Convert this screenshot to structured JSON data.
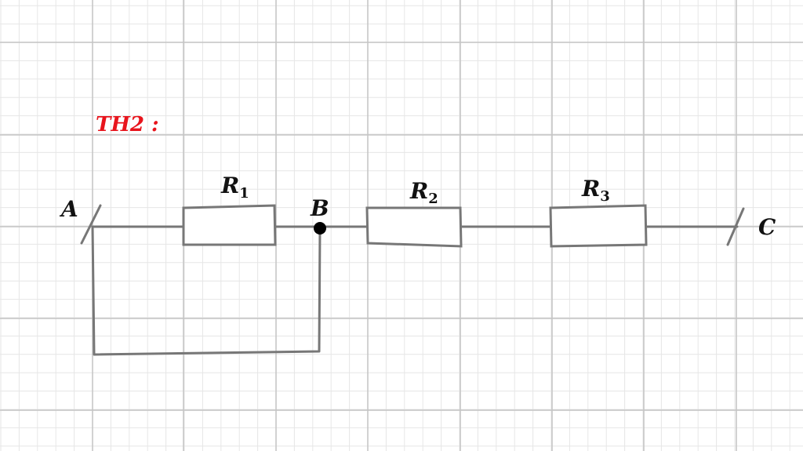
{
  "title": "TH2 :",
  "colors": {
    "title": "#e8141c",
    "wire": "#777777",
    "node": "#000000",
    "grid_minor": "#e6e6e6",
    "grid_major": "#c4c4c4"
  },
  "nodes": {
    "a": "A",
    "b": "B",
    "c": "C"
  },
  "resistors": [
    {
      "letter": "R",
      "sub": "1"
    },
    {
      "letter": "R",
      "sub": "2"
    },
    {
      "letter": "R",
      "sub": "3"
    }
  ]
}
